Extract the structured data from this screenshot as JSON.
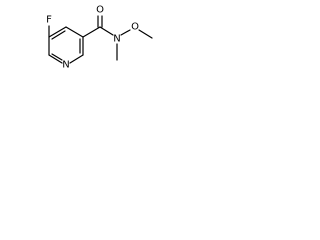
{
  "molecule": {
    "atoms": {
      "fluorine": "F",
      "oxygen_carbonyl": "O",
      "nitrogen_amide": "N",
      "oxygen_methoxy": "O",
      "nitrogen_ring": "N"
    }
  }
}
